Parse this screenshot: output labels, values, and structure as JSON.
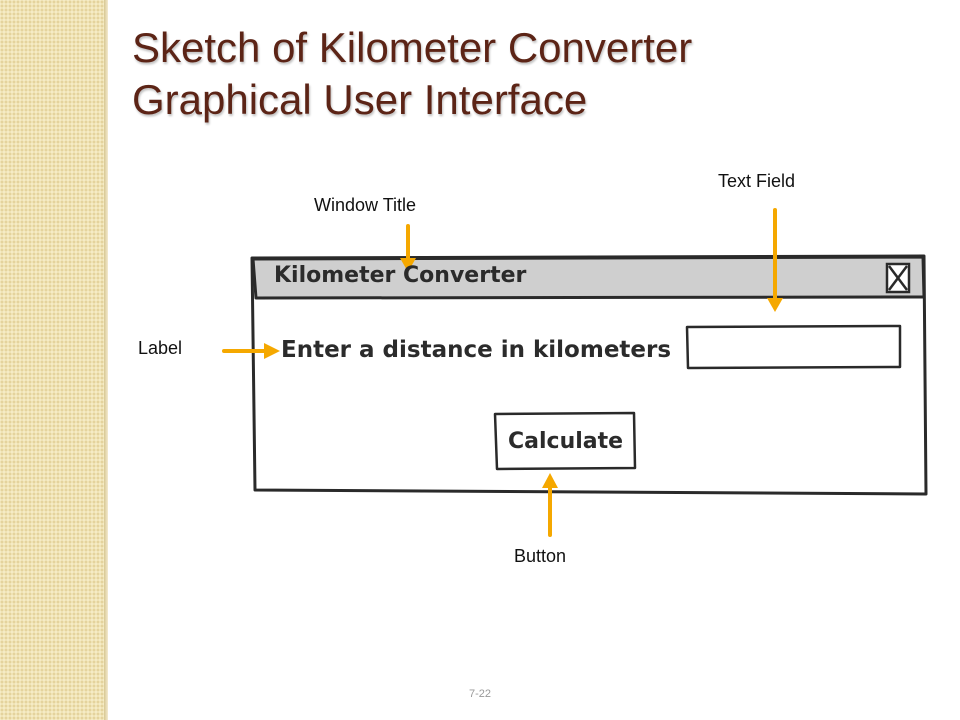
{
  "slide": {
    "title_line1": "Sketch of Kilometer Converter",
    "title_line2": "Graphical User Interface",
    "page_number": "7-22"
  },
  "callouts": {
    "window_title": "Window Title",
    "text_field": "Text Field",
    "label": "Label",
    "button": "Button"
  },
  "sketch_window": {
    "title": "Kilometer Converter",
    "prompt_label": "Enter a distance in kilometers",
    "text_field_value": "",
    "button_label": "Calculate",
    "close_icon": "close-box-icon"
  },
  "colors": {
    "title": "#5c2416",
    "arrow": "#f5a800",
    "sidebar": "#efe3b5",
    "title_bar": "#cfcfcf"
  }
}
